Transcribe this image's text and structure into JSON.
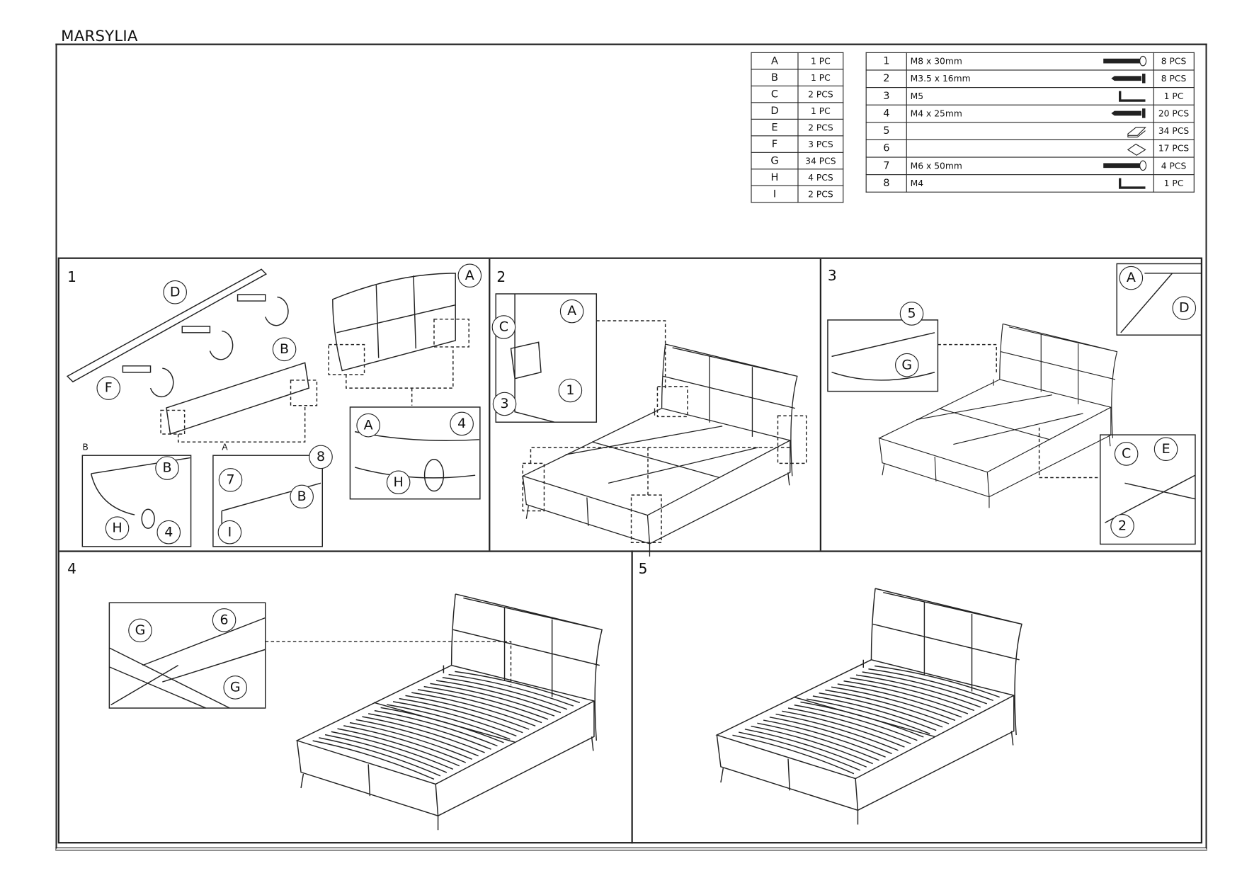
{
  "title": "MARSYLIA",
  "parts": [
    {
      "id": "A",
      "qty": "1 PC"
    },
    {
      "id": "B",
      "qty": "1 PC"
    },
    {
      "id": "C",
      "qty": "2 PCS"
    },
    {
      "id": "D",
      "qty": "1 PC"
    },
    {
      "id": "E",
      "qty": "2 PCS"
    },
    {
      "id": "F",
      "qty": "3 PCS"
    },
    {
      "id": "G",
      "qty": "34 PCS"
    },
    {
      "id": "H",
      "qty": "4 PCS"
    },
    {
      "id": "I",
      "qty": "2 PCS"
    }
  ],
  "hardware": [
    {
      "no": "1",
      "spec": "M8 x 30mm",
      "icon": "bolt-icon",
      "qty": "8 PCS"
    },
    {
      "no": "2",
      "spec": "M3.5 x 16mm",
      "icon": "screw-icon",
      "qty": "8 PCS"
    },
    {
      "no": "3",
      "spec": "M5",
      "icon": "allen-key-icon",
      "qty": "1 PC"
    },
    {
      "no": "4",
      "spec": "M4 x 25mm",
      "icon": "screw-icon",
      "qty": "20 PCS"
    },
    {
      "no": "5",
      "spec": "",
      "icon": "slat-holder-icon",
      "qty": "34 PCS"
    },
    {
      "no": "6",
      "spec": "",
      "icon": "slat-cap-icon",
      "qty": "17 PCS"
    },
    {
      "no": "7",
      "spec": "M6 x 50mm",
      "icon": "bolt-icon",
      "qty": "4 PCS"
    },
    {
      "no": "8",
      "spec": "M4",
      "icon": "allen-key-icon",
      "qty": "1 PC"
    }
  ],
  "steps": [
    {
      "number": "1",
      "callouts": [
        "D",
        "F",
        "B",
        "A",
        "A",
        "4",
        "H",
        "B",
        "H",
        "4",
        "8",
        "7",
        "B",
        "I"
      ],
      "sublabels": [
        "B",
        "A"
      ]
    },
    {
      "number": "2",
      "callouts": [
        "C",
        "A",
        "1",
        "3"
      ]
    },
    {
      "number": "3",
      "callouts": [
        "5",
        "G",
        "A",
        "D",
        "C",
        "E",
        "2"
      ]
    },
    {
      "number": "4",
      "callouts": [
        "G",
        "6",
        "G"
      ]
    },
    {
      "number": "5"
    }
  ]
}
